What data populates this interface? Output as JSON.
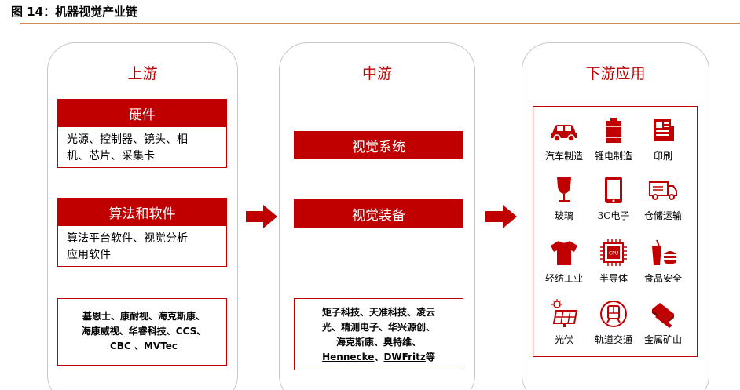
{
  "figure": {
    "title": "图 14：机器视觉产业链"
  },
  "upstream": {
    "heading": "上游",
    "hardware": {
      "title": "硬件",
      "items_line1": "光源、控制器、镜头、相",
      "items_line2": "机、芯片、采集卡"
    },
    "software": {
      "title": "算法和软件",
      "items_line1": "算法平台软件、视觉分析",
      "items_line2": "应用软件"
    },
    "companies": {
      "line1": "基恩士、康耐视、海克斯康、",
      "line2": "海康威视、华睿科技、CCS、",
      "line3": "CBC 、MVTec"
    }
  },
  "midstream": {
    "heading": "中游",
    "item1": "视觉系统",
    "item2": "视觉装备",
    "companies": {
      "line1": "矩子科技、天准科技、凌云",
      "line2": "光、精测电子、华兴源创、",
      "line3": "海克斯康、奥特维、",
      "line4a": "Hennecke",
      "line4b": "、",
      "line4c": "DWFritz",
      "line4d": "等"
    }
  },
  "downstream": {
    "heading": "下游应用",
    "apps": [
      {
        "label": "汽车制造",
        "icon": "car-icon"
      },
      {
        "label": "锂电制造",
        "icon": "battery-icon"
      },
      {
        "label": "印刷",
        "icon": "printing-icon"
      },
      {
        "label": "玻璃",
        "icon": "wine-glass-icon"
      },
      {
        "label": "3C电子",
        "icon": "tablet-icon"
      },
      {
        "label": "仓储运输",
        "icon": "truck-icon"
      },
      {
        "label": "轻纺工业",
        "icon": "tshirt-icon"
      },
      {
        "label": "半导体",
        "icon": "cpu-chip-icon"
      },
      {
        "label": "食品安全",
        "icon": "food-icon"
      },
      {
        "label": "光伏",
        "icon": "solar-panel-icon"
      },
      {
        "label": "轨道交通",
        "icon": "train-icon"
      },
      {
        "label": "金属矿山",
        "icon": "metal-ingot-icon"
      }
    ],
    "cpu_text": "CPU"
  },
  "colors": {
    "accent_red": "#c00000",
    "title_rule": "#d08a4c",
    "column_border": "#c8c8c8"
  }
}
